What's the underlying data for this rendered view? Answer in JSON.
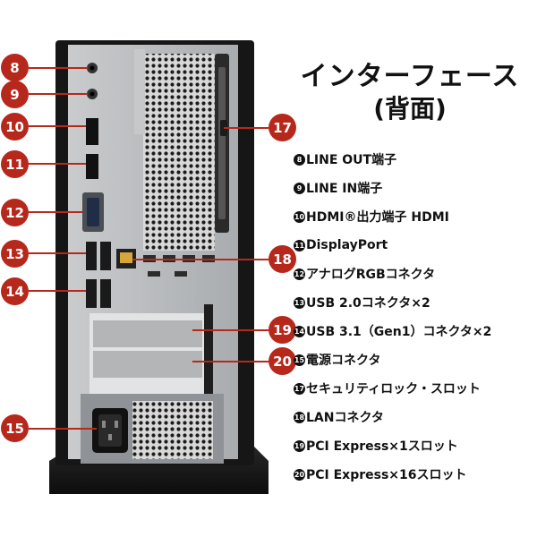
{
  "title": {
    "line1": "インターフェース",
    "line2": "(背面)"
  },
  "legend": [
    {
      "num": "8",
      "label": "LINE OUT端子"
    },
    {
      "num": "9",
      "label": "LINE IN端子"
    },
    {
      "num": "10",
      "label": "HDMI®出力端子 HDMI"
    },
    {
      "num": "11",
      "label": "DisplayPort"
    },
    {
      "num": "12",
      "label": "アナログRGBコネクタ"
    },
    {
      "num": "13",
      "label": "USB 2.0コネクタ×2"
    },
    {
      "num": "14",
      "label": "USB 3.1（Gen1）コネクタ×2"
    },
    {
      "num": "15",
      "label": "電源コネクタ"
    },
    {
      "num": "17",
      "label": "セキュリティロック・スロット"
    },
    {
      "num": "18",
      "label": "LANコネクタ"
    },
    {
      "num": "19",
      "label": "PCI Express×1スロット"
    },
    {
      "num": "20",
      "label": "PCI Express×16スロット"
    }
  ],
  "callouts": {
    "c8": "8",
    "c9": "9",
    "c10": "10",
    "c11": "11",
    "c12": "12",
    "c13": "13",
    "c14": "14",
    "c15": "15",
    "c17": "17",
    "c18": "18",
    "c19": "19",
    "c20": "20"
  },
  "colors": {
    "callout": "#b7281c",
    "chassis": "#1a1a1a",
    "panel": "#b9bcbf"
  }
}
